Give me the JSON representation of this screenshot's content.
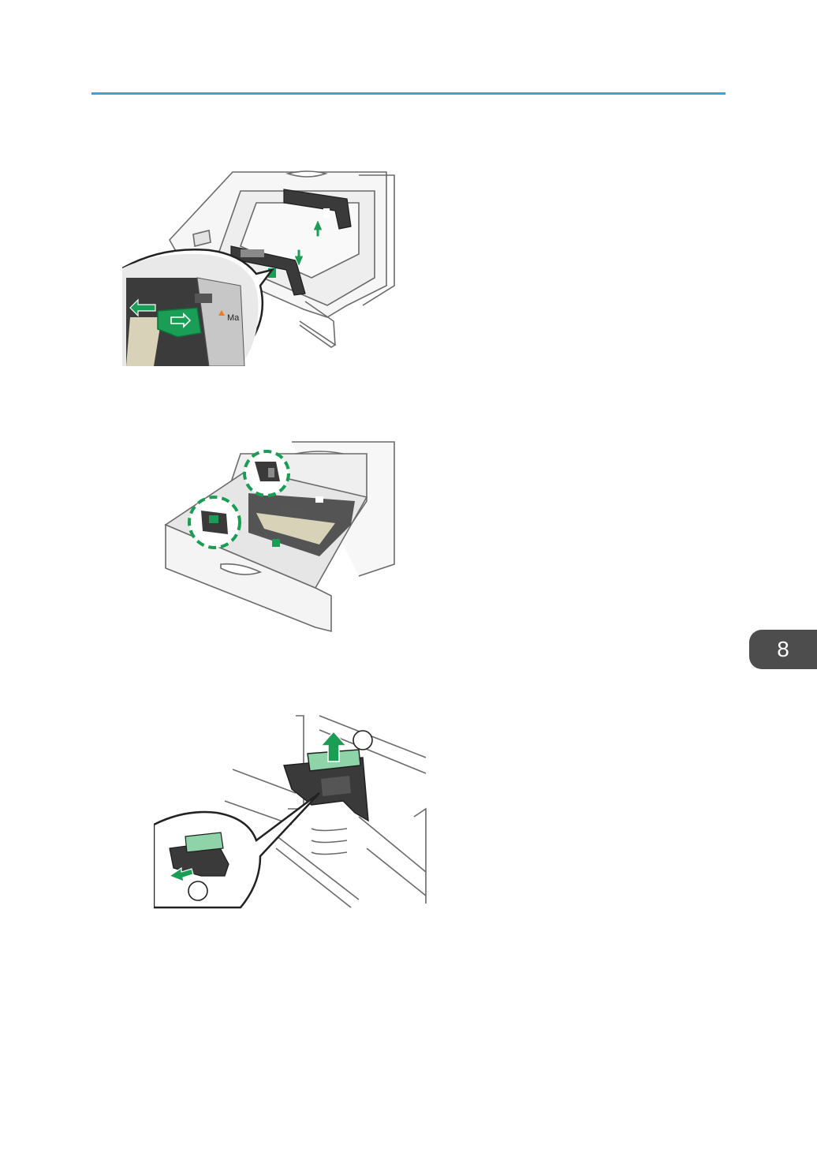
{
  "colors": {
    "rule": "#3ba3d6",
    "tab": "#4d4d4d",
    "highlight_green": "#1a9e55",
    "light_green": "#8fd3a8",
    "orange_marker": "#f07a1e"
  },
  "figures": [
    {
      "name": "tray-side-guides",
      "label_fragment": "Ma"
    },
    {
      "name": "tray-end-guide-locations"
    },
    {
      "name": "end-guide-removal"
    }
  ],
  "chapter_tab": {
    "number": "8"
  }
}
